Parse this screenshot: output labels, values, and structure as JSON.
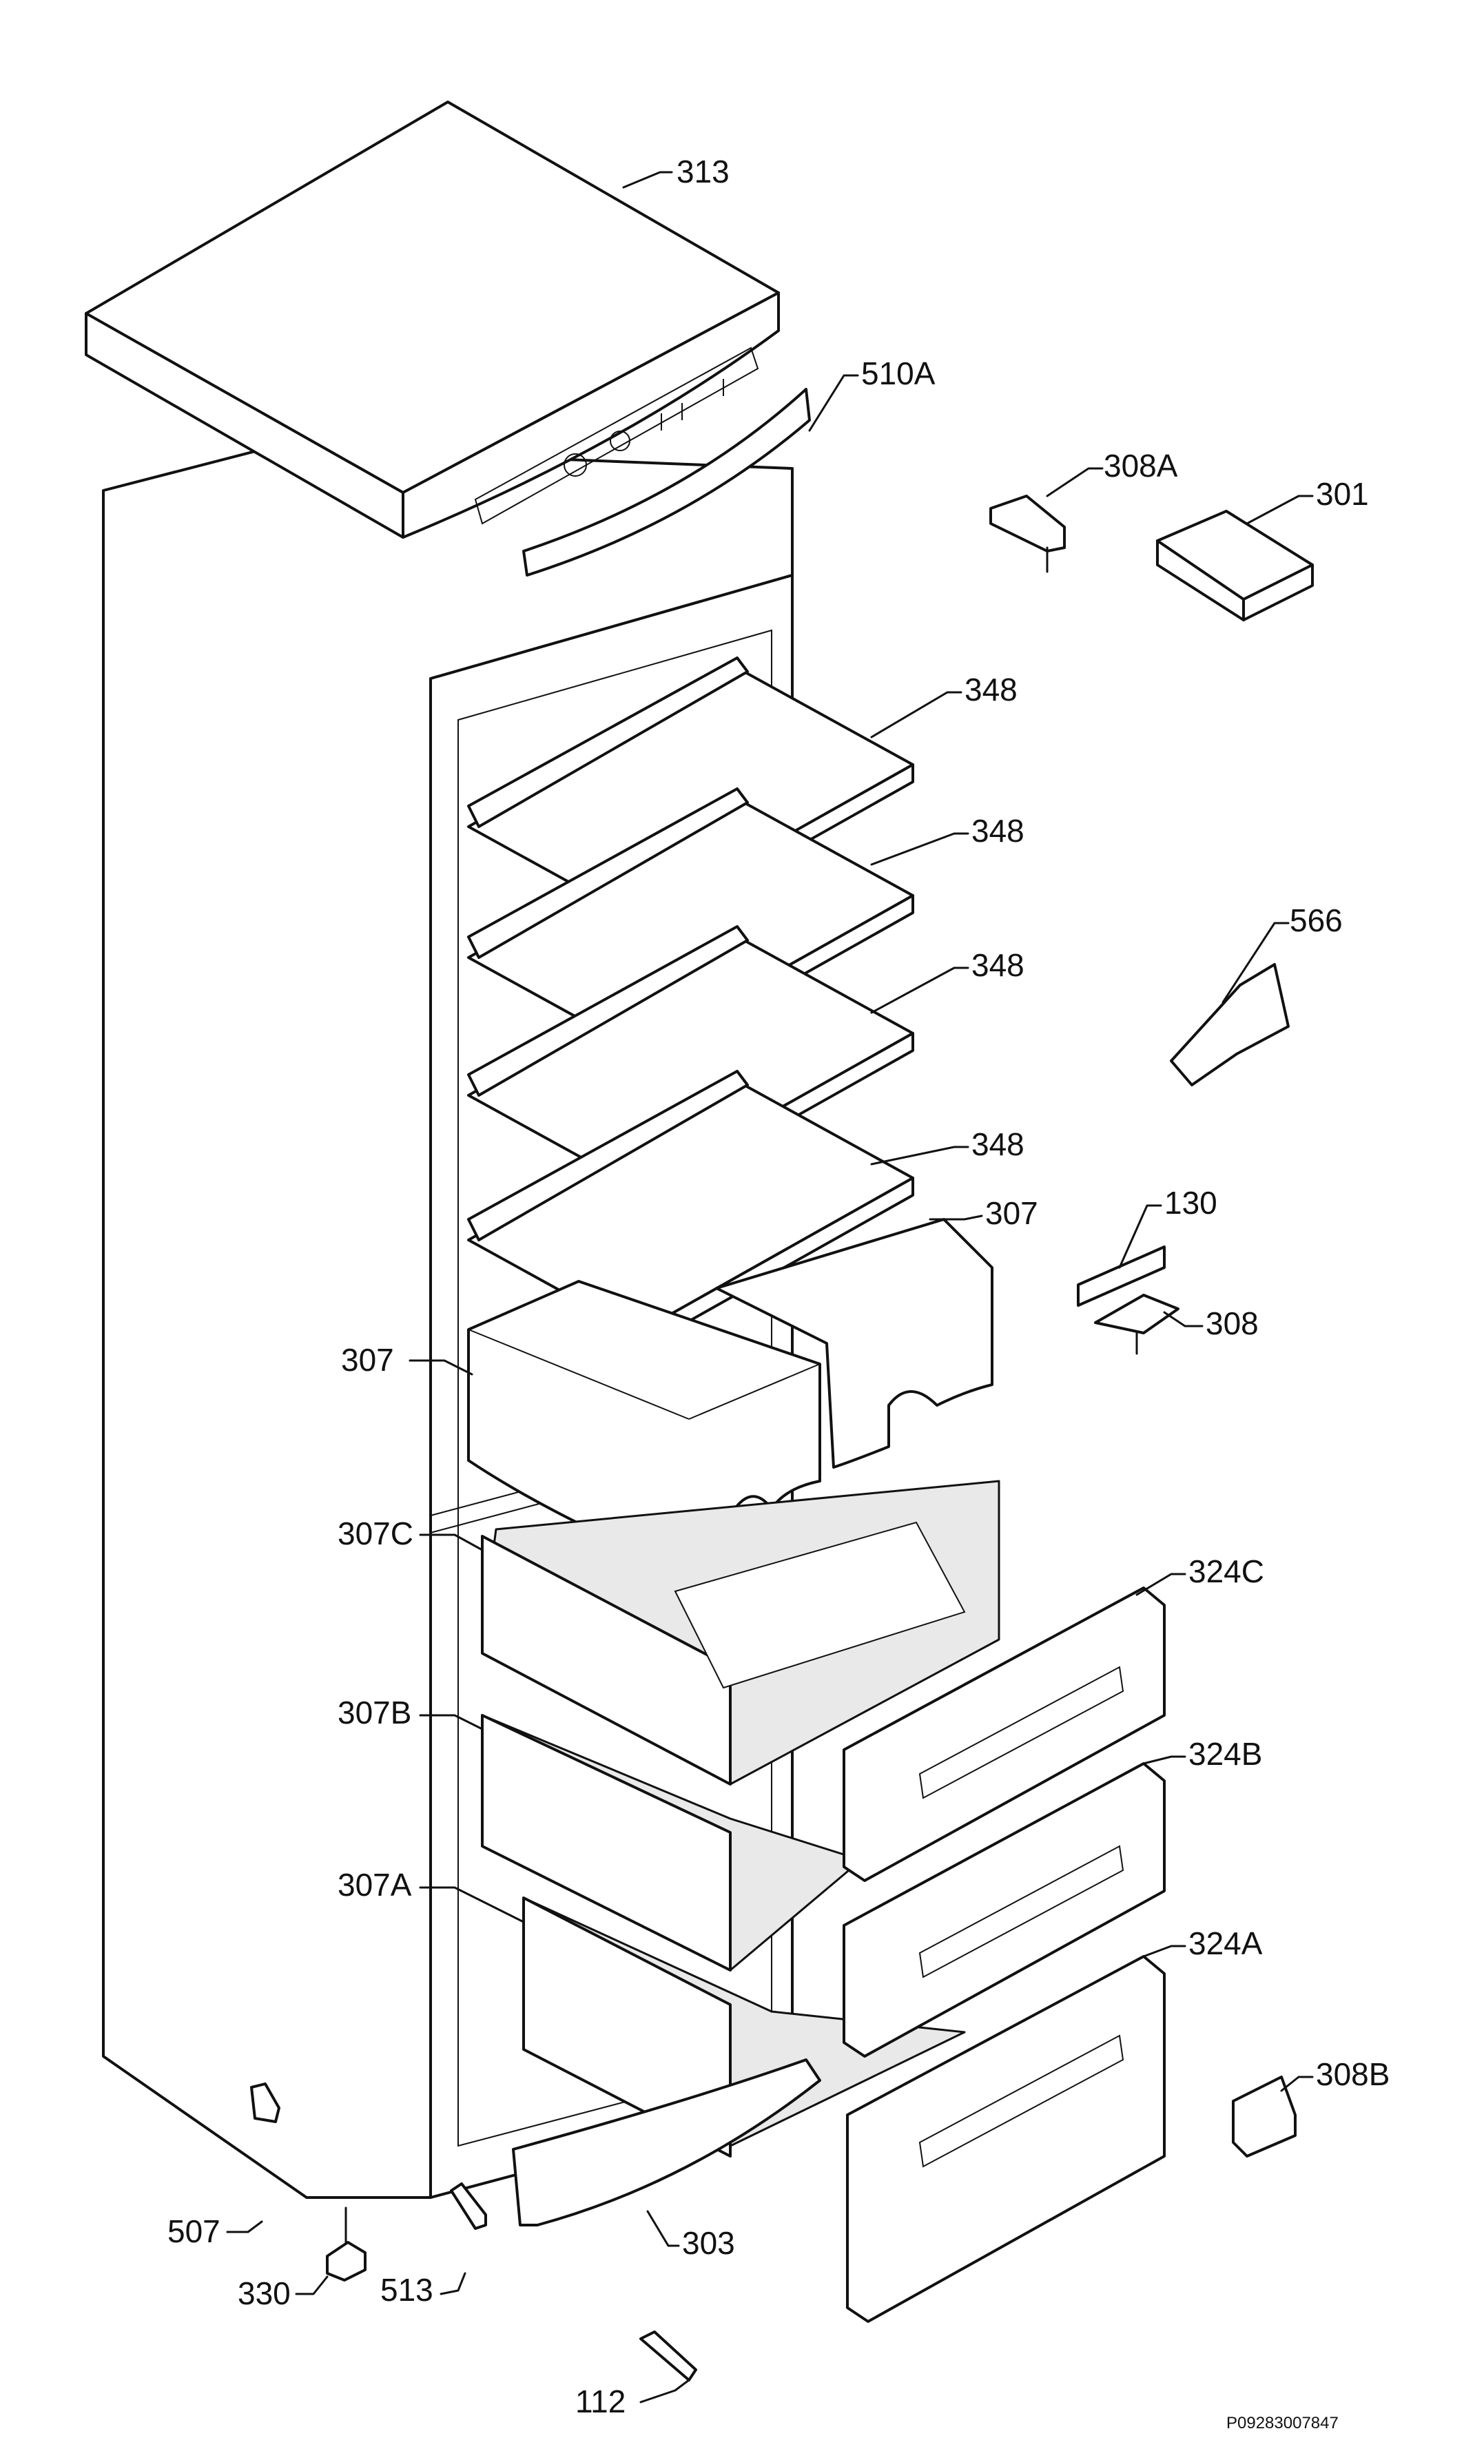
{
  "diagram_code": "P09283007847",
  "callouts": {
    "c313": "313",
    "c510a": "510A",
    "c308a": "308A",
    "c301": "301",
    "c348_1": "348",
    "c348_2": "348",
    "c348_3": "348",
    "c348_4": "348",
    "c566": "566",
    "c307_right": "307",
    "c130": "130",
    "c308": "308",
    "c307_left": "307",
    "c307c": "307C",
    "c324c": "324C",
    "c307b": "307B",
    "c324b": "324B",
    "c307a": "307A",
    "c324a": "324A",
    "c308b": "308B",
    "c507": "507",
    "c303": "303",
    "c330": "330",
    "c513": "513",
    "c112": "112"
  }
}
